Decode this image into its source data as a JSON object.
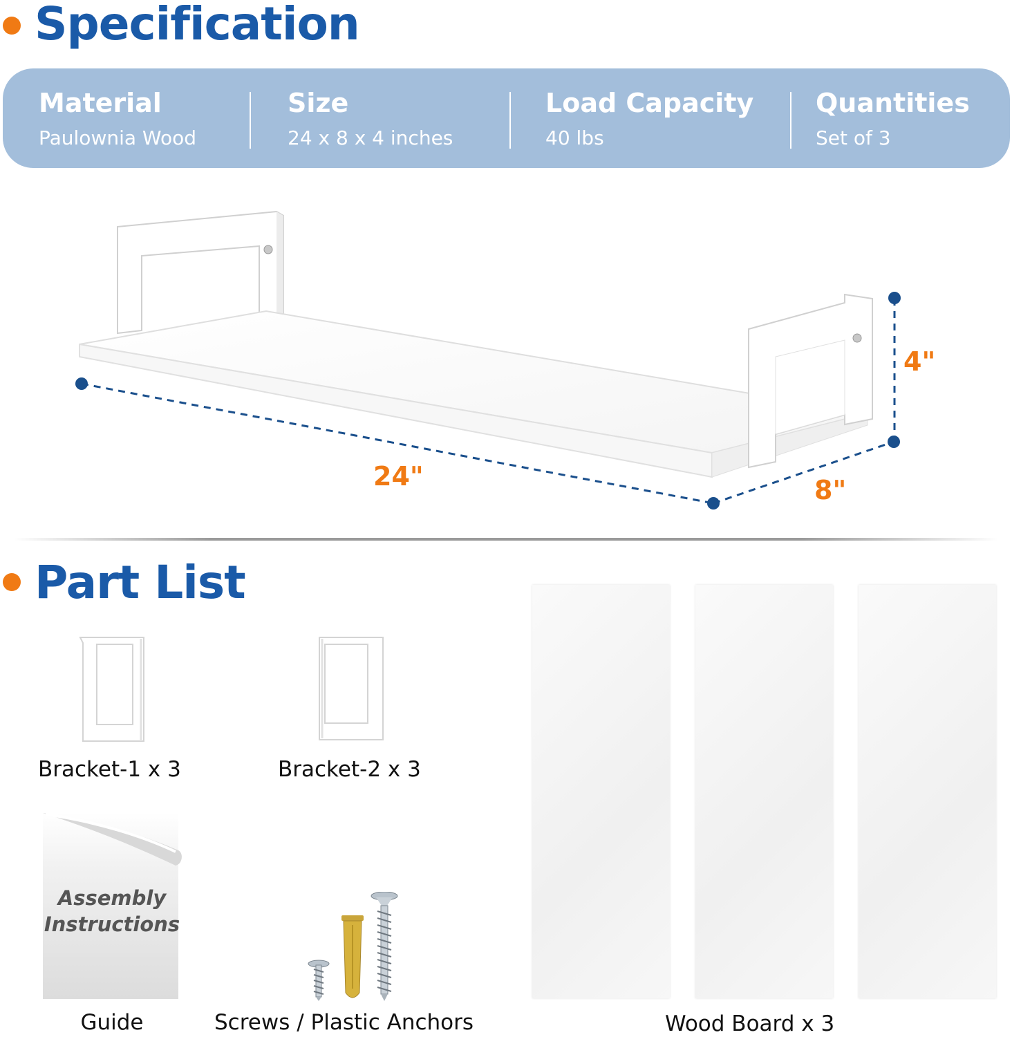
{
  "colors": {
    "accent": "#f07a14",
    "title_blue": "#1a5aa8",
    "spec_bar": "#a3bedb",
    "dimension_line": "#1a4f8c"
  },
  "specification": {
    "title": "Specification",
    "items": [
      {
        "label": "Material",
        "value": "Paulownia Wood"
      },
      {
        "label": "Size",
        "value": "24 x 8 x 4 inches"
      },
      {
        "label": "Load Capacity",
        "value": "40 lbs"
      },
      {
        "label": "Quantities",
        "value": "Set of  3"
      }
    ]
  },
  "dimensions": {
    "length": "24\"",
    "depth": "8\"",
    "height": "4\""
  },
  "part_list": {
    "title": "Part List",
    "bracket1": "Bracket-1 x 3",
    "bracket2": "Bracket-2 x 3",
    "guide": "Guide",
    "guide_card_line1": "Assembly",
    "guide_card_line2": "Instructions",
    "screws": "Screws / Plastic Anchors",
    "boards": "Wood Board x 3"
  }
}
